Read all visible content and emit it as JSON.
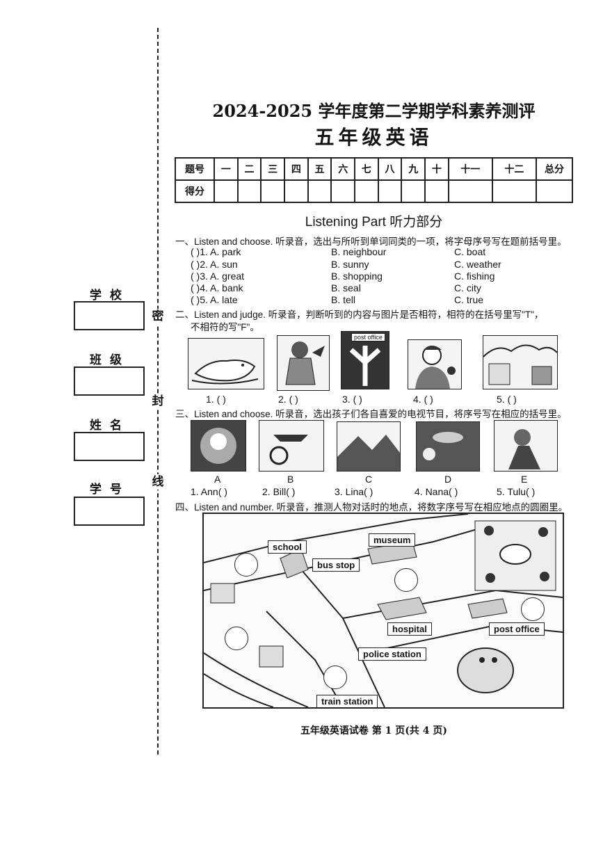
{
  "header": {
    "title_line1": "2024-2025 学年度第二学期学科素养测评",
    "title_line2": "五年级英语"
  },
  "binding": {
    "chars": [
      "密",
      "封",
      "线"
    ],
    "fields": [
      {
        "label": "学校"
      },
      {
        "label": "班级"
      },
      {
        "label": "姓名"
      },
      {
        "label": "学号"
      }
    ]
  },
  "score_table": {
    "row1": [
      "题号",
      "一",
      "二",
      "三",
      "四",
      "五",
      "六",
      "七",
      "八",
      "九",
      "十",
      "十一",
      "十二",
      "总分"
    ],
    "row2_label": "得分"
  },
  "listening": {
    "heading": "Listening Part 听力部分",
    "part1": {
      "instruction": "一、Listen and choose. 听录音，选出与所听到单词同类的一项，将字母序号写在题前括号里。",
      "items": [
        {
          "num": "(      )1. A. park",
          "b": "B. neighbour",
          "c": "C. boat"
        },
        {
          "num": "(      )2. A. sun",
          "b": "B. sunny",
          "c": "C. weather"
        },
        {
          "num": "(      )3. A. great",
          "b": "B. shopping",
          "c": "C. fishing"
        },
        {
          "num": "(      )4. A. bank",
          "b": "B. seal",
          "c": "C. city"
        },
        {
          "num": "(      )5. A. late",
          "b": "B. tell",
          "c": "C. true"
        }
      ]
    },
    "part2": {
      "instruction_line1": "二、Listen and judge. 听录音，判断听到的内容与图片是否相符，相符的在括号里写\"T\"，",
      "instruction_line2": "不相符的写\"F\"。",
      "sign_text": "post office",
      "captions": [
        "1. (      )",
        "2. (      )",
        "3. (      )",
        "4. (      )",
        "5. (      )"
      ]
    },
    "part3": {
      "instruction": "三、Listen and choose. 听录音，选出孩子们各自喜爱的电视节目，将序号写在相应的括号里。",
      "letters": [
        "A",
        "B",
        "C",
        "D",
        "E"
      ],
      "answers": [
        "1. Ann(      )",
        "2. Bill(      )",
        "3. Lina(      )",
        "4. Nana(      )",
        "5. Tulu(      )"
      ]
    },
    "part4": {
      "instruction": "四、Listen and number. 听录音，推测人物对话时的地点，将数字序号写在相应地点的圆圈里。",
      "places": [
        "school",
        "museum",
        "bus stop",
        "hospital",
        "post office",
        "police station",
        "train station"
      ]
    }
  },
  "footer": {
    "text": "五年级英语试卷  第 1 页(共 4 页)"
  }
}
